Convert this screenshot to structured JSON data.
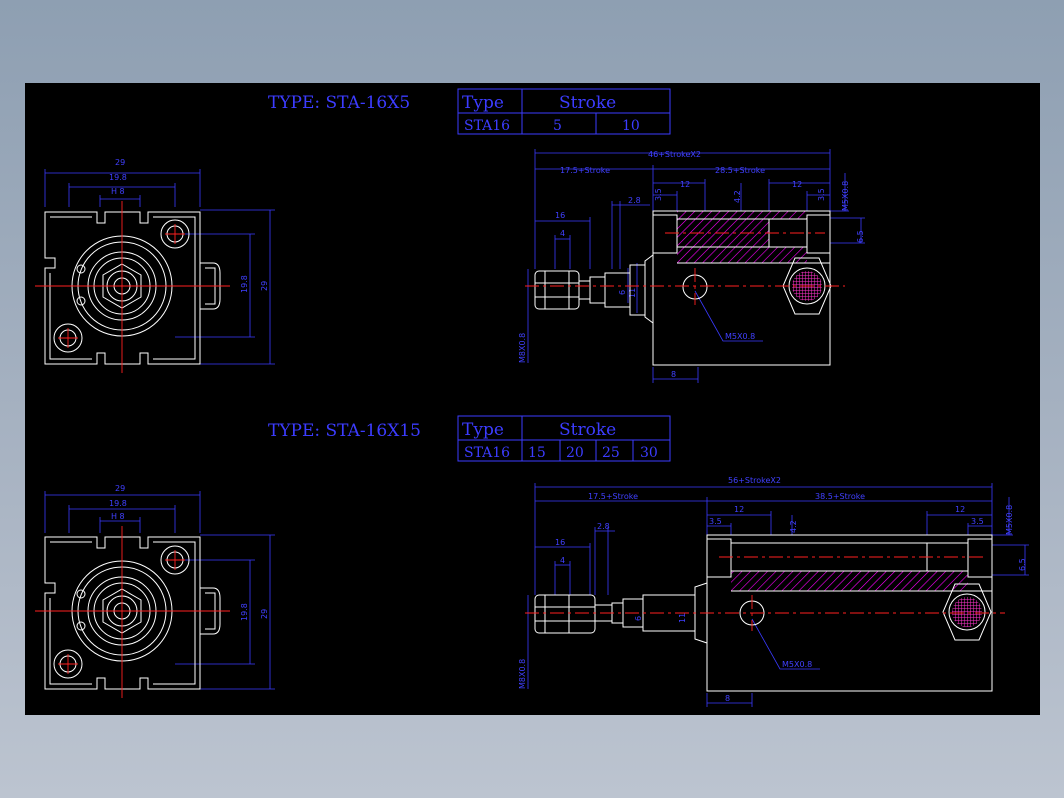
{
  "colors": {
    "background": "#000000",
    "outline": "#ffffff",
    "dimension": "#3a3aff",
    "centerline": "#ff2020",
    "hatch": "#ff00ff",
    "port": "#ff33cc",
    "title": "#3c3cff"
  },
  "view_top": {
    "title": "TYPE: STA-16X5",
    "table": {
      "header_type": "Type",
      "header_stroke": "Stroke",
      "model": "STA16",
      "strokes": [
        "5",
        "10"
      ]
    },
    "front": {
      "width": "29",
      "inner_width": "19.8",
      "hex": "H 8",
      "v_inner": "19.8",
      "v_outer": "29"
    },
    "side": {
      "overall": "46+StrokeX2",
      "left_len": "17.5+Stroke",
      "right_len": "28.5+Stroke",
      "rod_len": "16",
      "nut_w": "4",
      "gap": "2.8",
      "left_port_w": "12",
      "right_port_w": "12",
      "left_small": "3.5",
      "right_small": "3.5",
      "port_dim": "4.2",
      "thread_right": "M5X0.8",
      "thread_rod": "M8X0.8",
      "port_label": "M5X0.8",
      "bottom": "8",
      "rod_dia": "6",
      "boss_dia": "11",
      "right_dia": "6.5"
    }
  },
  "view_bottom": {
    "title": "TYPE: STA-16X15",
    "table": {
      "header_type": "Type",
      "header_stroke": "Stroke",
      "model": "STA16",
      "strokes": [
        "15",
        "20",
        "25",
        "30"
      ]
    },
    "front": {
      "width": "29",
      "inner_width": "19.8",
      "hex": "H 8",
      "v_inner": "19.8",
      "v_outer": "29"
    },
    "side": {
      "overall": "56+StrokeX2",
      "left_len": "17.5+Stroke",
      "right_len": "38.5+Stroke",
      "rod_len": "16",
      "nut_w": "4",
      "gap": "2.8",
      "left_port_w": "12",
      "right_port_w": "12",
      "left_small": "3.5",
      "right_small": "3.5",
      "port_dim": "4.2",
      "thread_right": "M5X0.8",
      "thread_rod": "M8X0.8",
      "port_label": "M5X0.8",
      "bottom": "8",
      "rod_dia": "6",
      "boss_dia": "11",
      "right_dia": "6.5"
    }
  }
}
